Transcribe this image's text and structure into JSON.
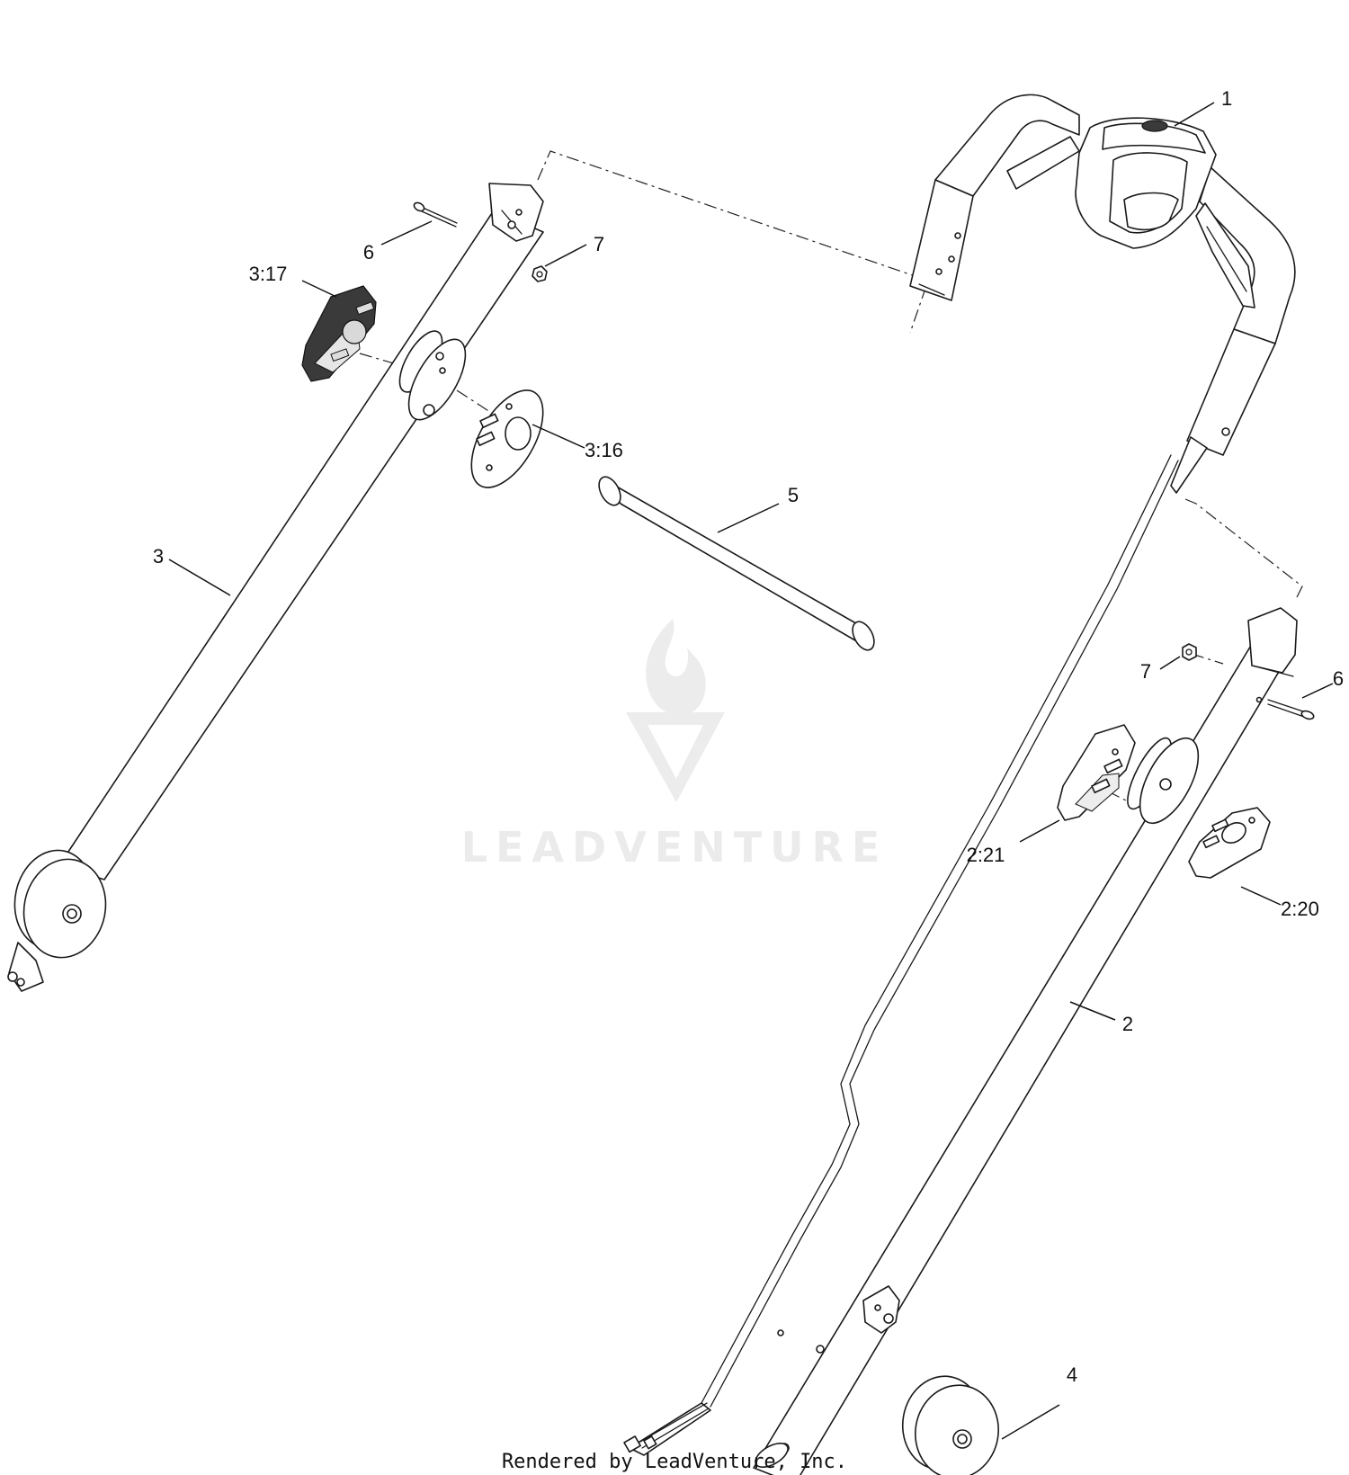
{
  "watermark": {
    "brand": "LEADVENTURE"
  },
  "footer": {
    "text": "Rendered by LeadVenture, Inc."
  },
  "callouts": [
    {
      "id": "c1",
      "label": "1"
    },
    {
      "id": "c6a",
      "label": "6"
    },
    {
      "id": "c7a",
      "label": "7"
    },
    {
      "id": "c317",
      "label": "3:17"
    },
    {
      "id": "c316",
      "label": "3:16"
    },
    {
      "id": "c5",
      "label": "5"
    },
    {
      "id": "c3",
      "label": "3"
    },
    {
      "id": "c7b",
      "label": "7"
    },
    {
      "id": "c6b",
      "label": "6"
    },
    {
      "id": "c221",
      "label": "2:21"
    },
    {
      "id": "c220",
      "label": "2:20"
    },
    {
      "id": "c2",
      "label": "2"
    },
    {
      "id": "c4",
      "label": "4"
    }
  ]
}
